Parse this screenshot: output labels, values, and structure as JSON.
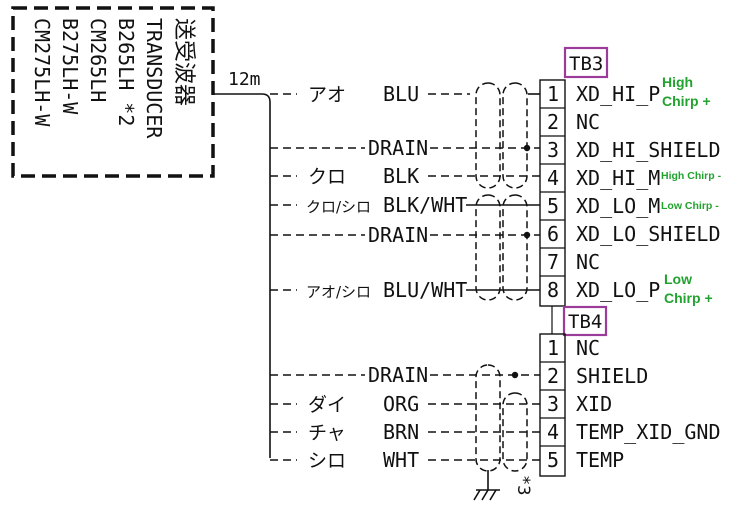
{
  "transducer": {
    "title_jp": "送受波器",
    "title_en": "TRANSDUCER",
    "models": [
      "B265LH *2",
      "CM265LH",
      "B275LH-W",
      "CM275LH-W"
    ],
    "cable_length": "12m"
  },
  "note_marks": {
    "ground_note": "*3"
  },
  "colors": {
    "tb_box": "#9b3c9b",
    "chirp_text": "#22a22f",
    "line": "#111111"
  },
  "tb3": {
    "title": "TB3",
    "pins": [
      {
        "num": "1",
        "signal": "XD_HI_P"
      },
      {
        "num": "2",
        "signal": "NC"
      },
      {
        "num": "3",
        "signal": "XD_HI_SHIELD"
      },
      {
        "num": "4",
        "signal": "XD_HI_M"
      },
      {
        "num": "5",
        "signal": "XD_LO_M"
      },
      {
        "num": "6",
        "signal": "XD_LO_SHIELD"
      },
      {
        "num": "7",
        "signal": "NC"
      },
      {
        "num": "8",
        "signal": "XD_LO_P"
      }
    ],
    "annotations": {
      "high_plus_1": "High",
      "high_plus_2": "Chirp +",
      "high_minus": "High Chirp -",
      "low_minus": "Low Chirp -",
      "low_plus_1": "Low",
      "low_plus_2": "Chirp +"
    }
  },
  "tb4": {
    "title": "TB4",
    "pins": [
      {
        "num": "1",
        "signal": "NC"
      },
      {
        "num": "2",
        "signal": "SHIELD"
      },
      {
        "num": "3",
        "signal": "XID"
      },
      {
        "num": "4",
        "signal": "TEMP_XID_GND"
      },
      {
        "num": "5",
        "signal": "TEMP"
      }
    ]
  },
  "wires": [
    {
      "jp": "アオ",
      "color": "BLU"
    },
    {
      "jp": "",
      "color": "DRAIN"
    },
    {
      "jp": "クロ",
      "color": "BLK"
    },
    {
      "jp": "クロ/シロ",
      "color": "BLK/WHT"
    },
    {
      "jp": "",
      "color": "DRAIN"
    },
    {
      "jp": "アオ/シロ",
      "color": "BLU/WHT"
    },
    {
      "jp": "",
      "color": "DRAIN"
    },
    {
      "jp": "ダイ",
      "color": "ORG"
    },
    {
      "jp": "チャ",
      "color": "BRN"
    },
    {
      "jp": "シロ",
      "color": "WHT"
    }
  ]
}
